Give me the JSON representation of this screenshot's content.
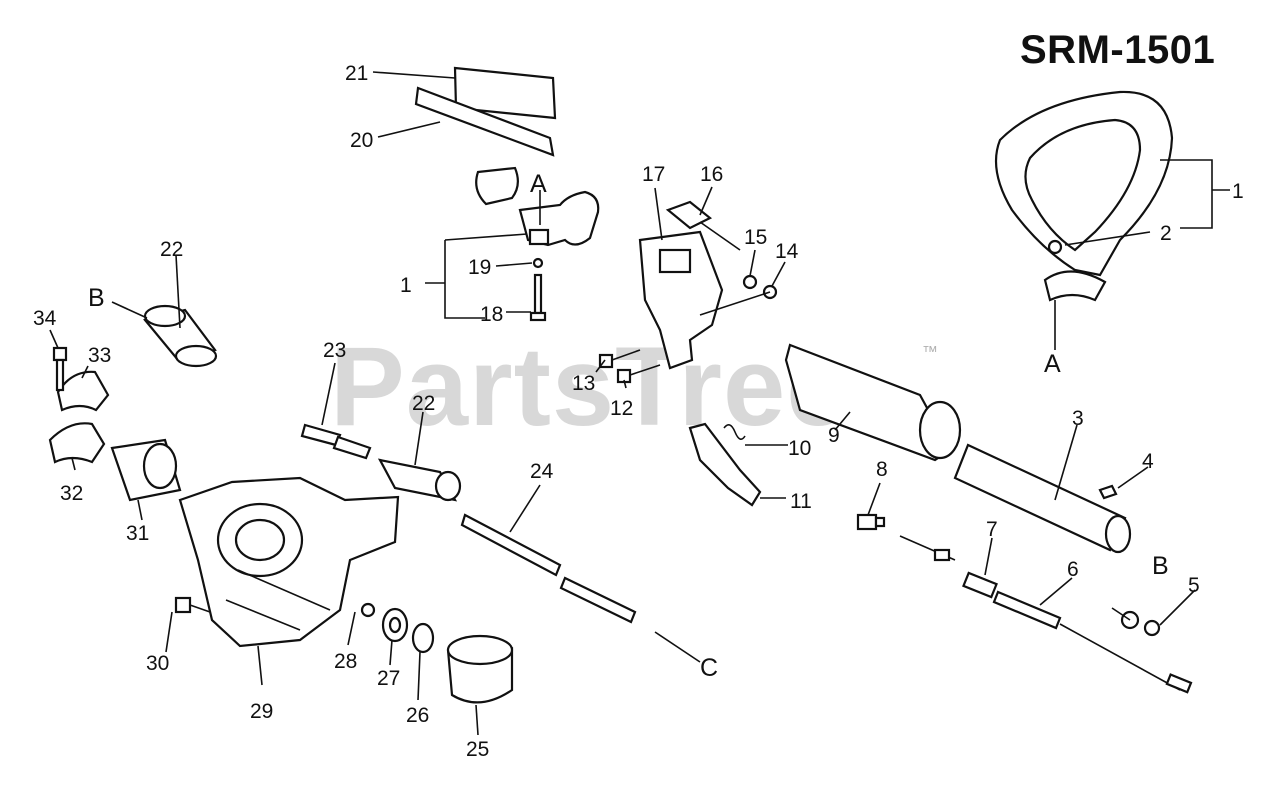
{
  "diagram": {
    "model": "SRM-1501",
    "watermark": "PartsTree",
    "trademark": "™",
    "callouts": [
      "1",
      "2",
      "3",
      "4",
      "5",
      "6",
      "7",
      "8",
      "9",
      "10",
      "11",
      "12",
      "13",
      "14",
      "15",
      "16",
      "17",
      "18",
      "19",
      "20",
      "21",
      "22",
      "23",
      "24",
      "25",
      "26",
      "27",
      "28",
      "29",
      "30",
      "31",
      "32",
      "33",
      "34"
    ],
    "callout_second_1": "1",
    "callout_second_22": "22",
    "letters": {
      "a": "A",
      "b": "B",
      "c": "C"
    }
  }
}
